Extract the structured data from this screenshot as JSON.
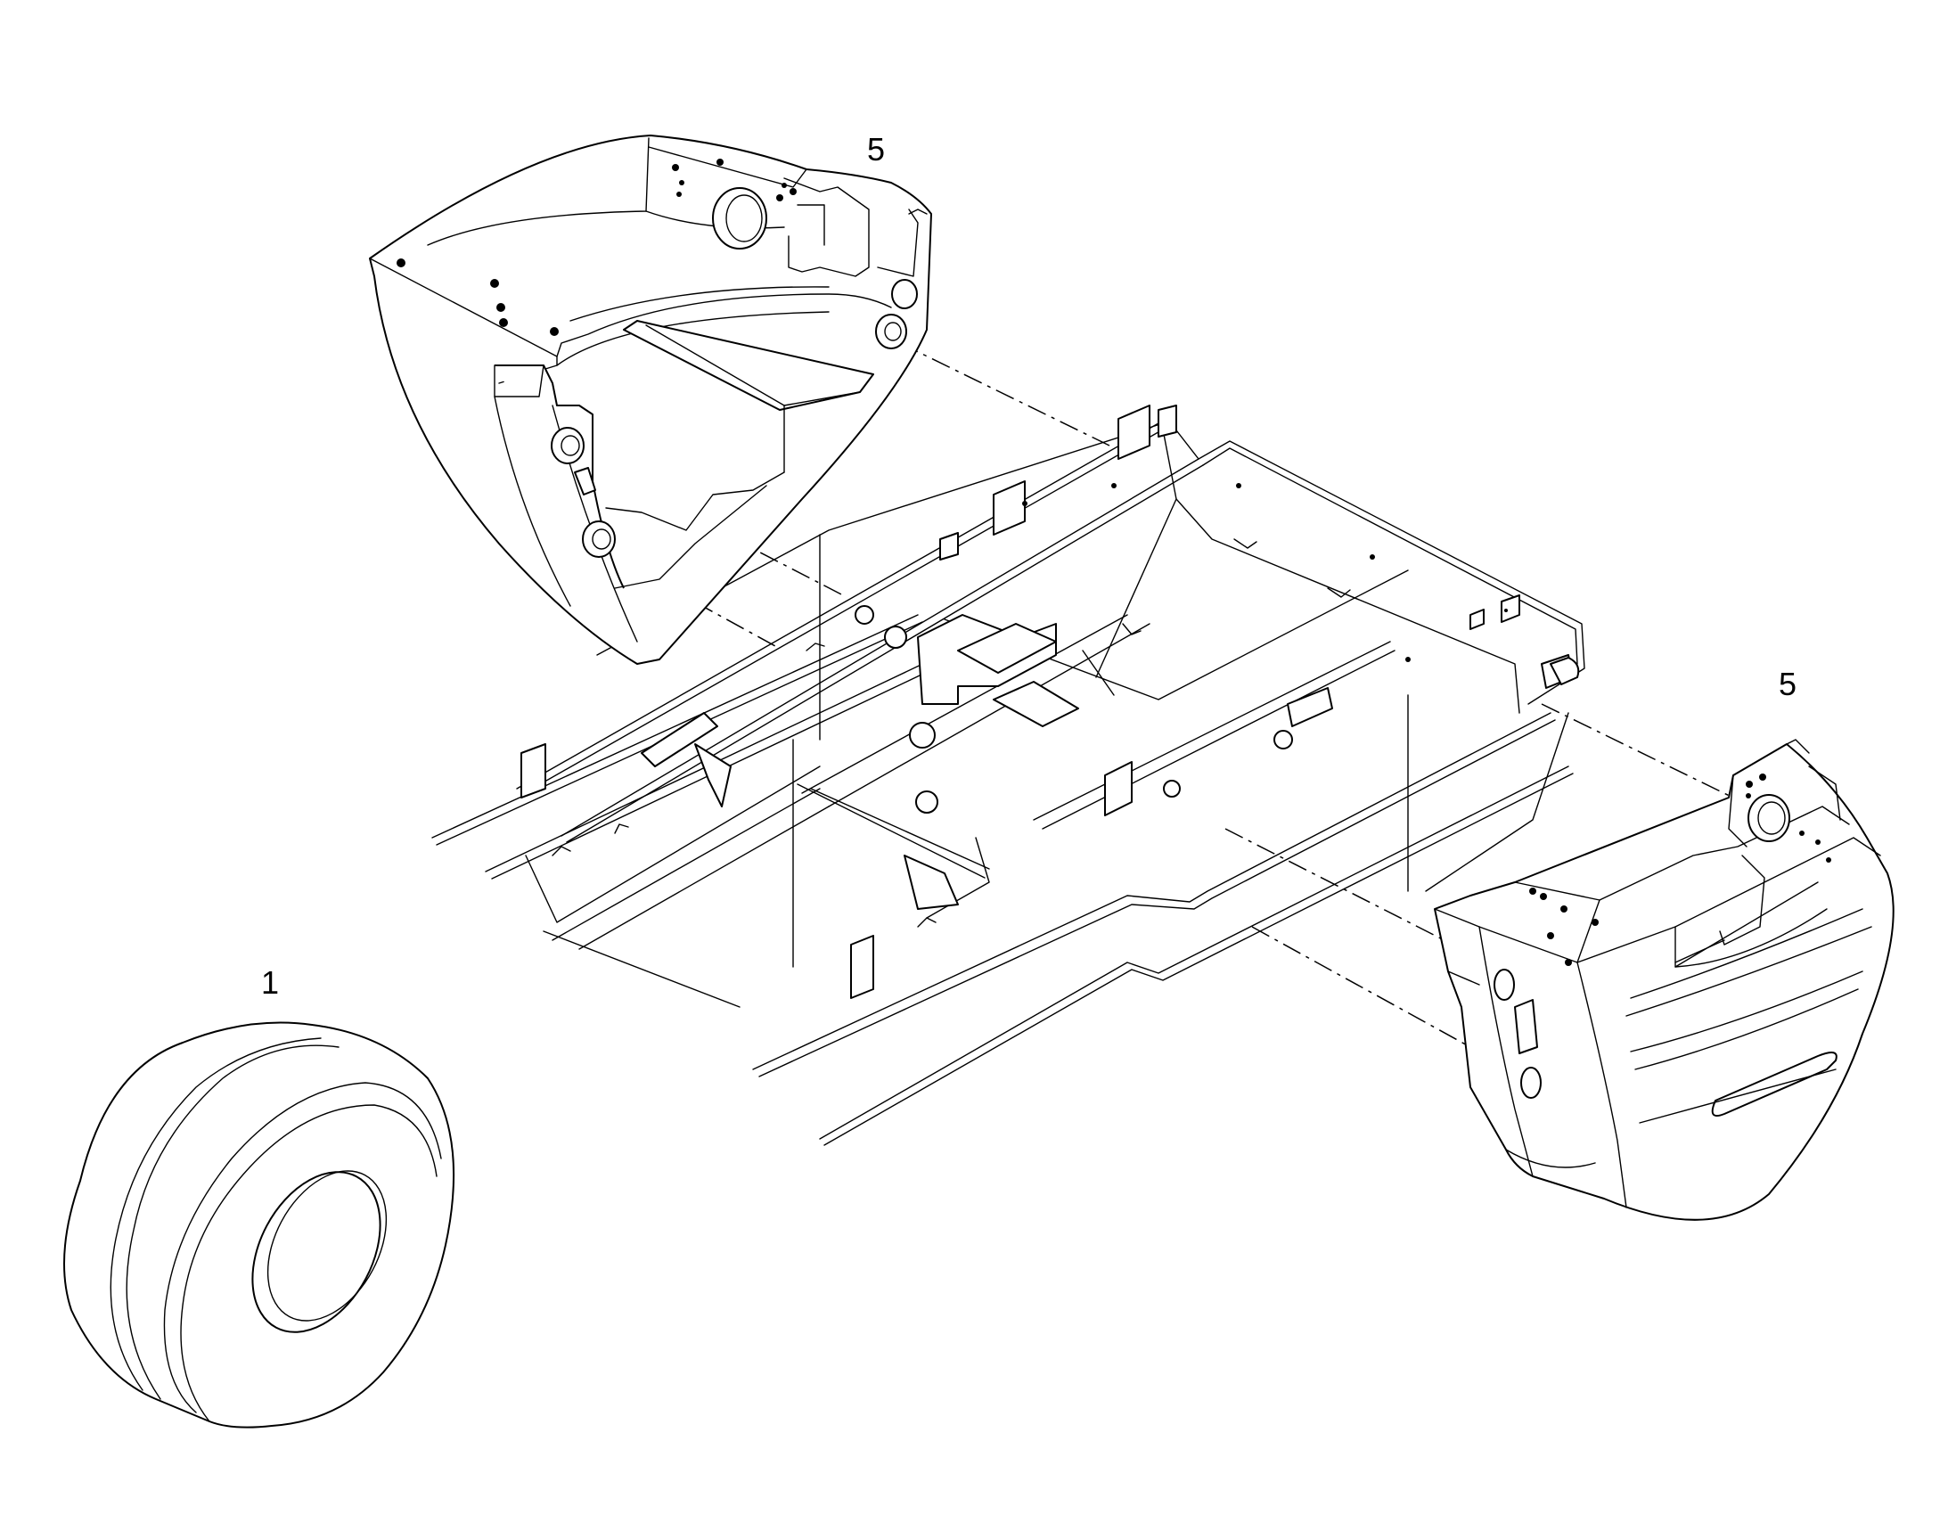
{
  "callouts": {
    "rear_counterweight": "5",
    "front_bumper": "5",
    "wheel": "1"
  },
  "colors": {
    "background": "#ffffff",
    "line": "#000000"
  }
}
